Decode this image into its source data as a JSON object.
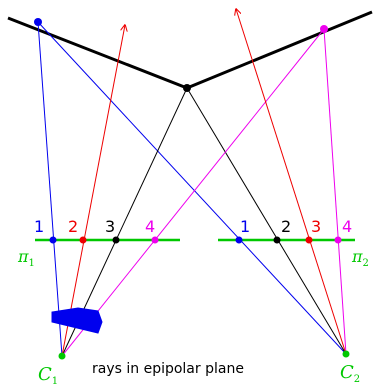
{
  "colors": {
    "black": "#000000",
    "blue": "#0000ee",
    "red": "#ee0000",
    "magenta": "#ee00ee",
    "green": "#00c800"
  },
  "icons": {
    "lens": "camera-lens-icon"
  },
  "left_plane": {
    "name": "π",
    "index": "1",
    "points": [
      {
        "label": "1",
        "color": "blue"
      },
      {
        "label": "2",
        "color": "red"
      },
      {
        "label": "3",
        "color": "black"
      },
      {
        "label": "4",
        "color": "magenta"
      }
    ]
  },
  "right_plane": {
    "name": "π",
    "index": "2",
    "points": [
      {
        "label": "1",
        "color": "blue"
      },
      {
        "label": "2",
        "color": "black"
      },
      {
        "label": "3",
        "color": "red"
      },
      {
        "label": "4",
        "color": "magenta"
      }
    ]
  },
  "camera_left": {
    "name": "C",
    "index": "1"
  },
  "camera_right": {
    "name": "C",
    "index": "2"
  },
  "caption": "rays in epipolar plane"
}
